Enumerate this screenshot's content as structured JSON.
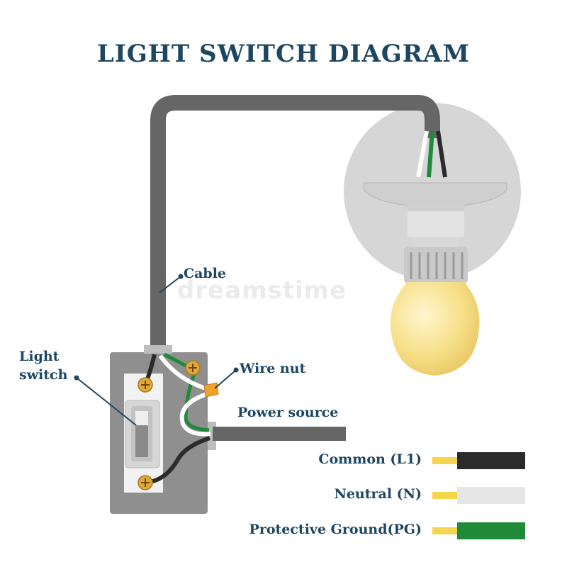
{
  "title": "LIGHT SWITCH DIAGRAM",
  "labels": {
    "cable": "Cable",
    "light_switch_line1": "Light",
    "light_switch_line2": "switch",
    "wire_nut": "Wire nut",
    "power_source": "Power source"
  },
  "legend": [
    {
      "label": "Common (L1)",
      "color": "#2b2b2b"
    },
    {
      "label": "Neutral (N)",
      "color": "#e6e6e6"
    },
    {
      "label": "Protective Ground(PG)",
      "color": "#1e8a3a"
    }
  ],
  "colors": {
    "title": "#1d4663",
    "cable": "#666666",
    "bulb_glow": "#f7e08a",
    "screw": "#e0a73a",
    "wire_nut": "#f2a12c"
  },
  "watermark": "dreamstime"
}
